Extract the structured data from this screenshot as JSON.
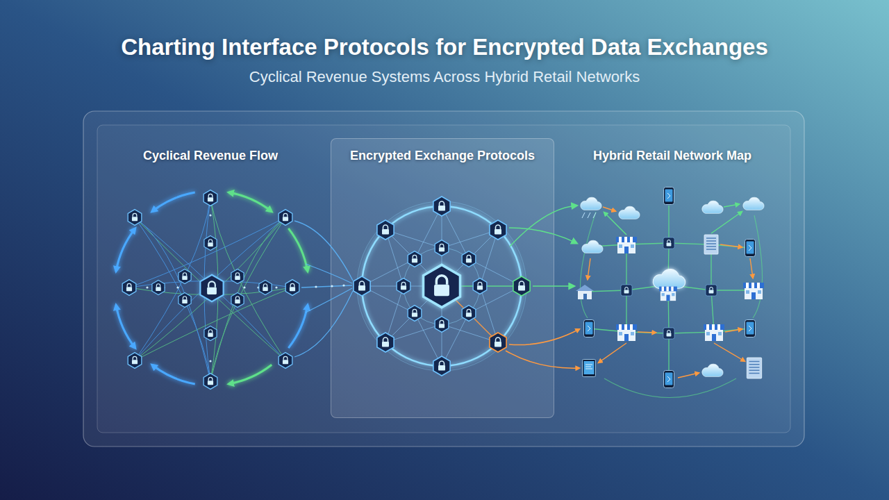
{
  "diagram": {
    "title": "Charting Interface Protocols for Encrypted Data Exchanges",
    "nodes": [
      {
        "text": [
          "Encrypted Exchange Protocols"
        ]
      }
    ],
    "labels": [
      "Cyclical Revenue Systems Across Hybrid Retail Networks",
      "Cyclical Revenue Flow",
      "Hybrid Retail Network Map"
    ]
  }
}
